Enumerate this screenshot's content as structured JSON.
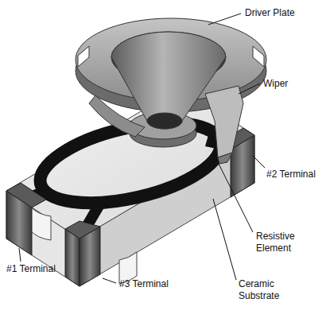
{
  "diagram": {
    "labels": [
      "Driver Plate",
      "Wiper",
      "#2 Terminal",
      "#1 Terminal",
      "Resistive Element",
      "Ceramic Substrate",
      "#3 Terminal"
    ]
  }
}
